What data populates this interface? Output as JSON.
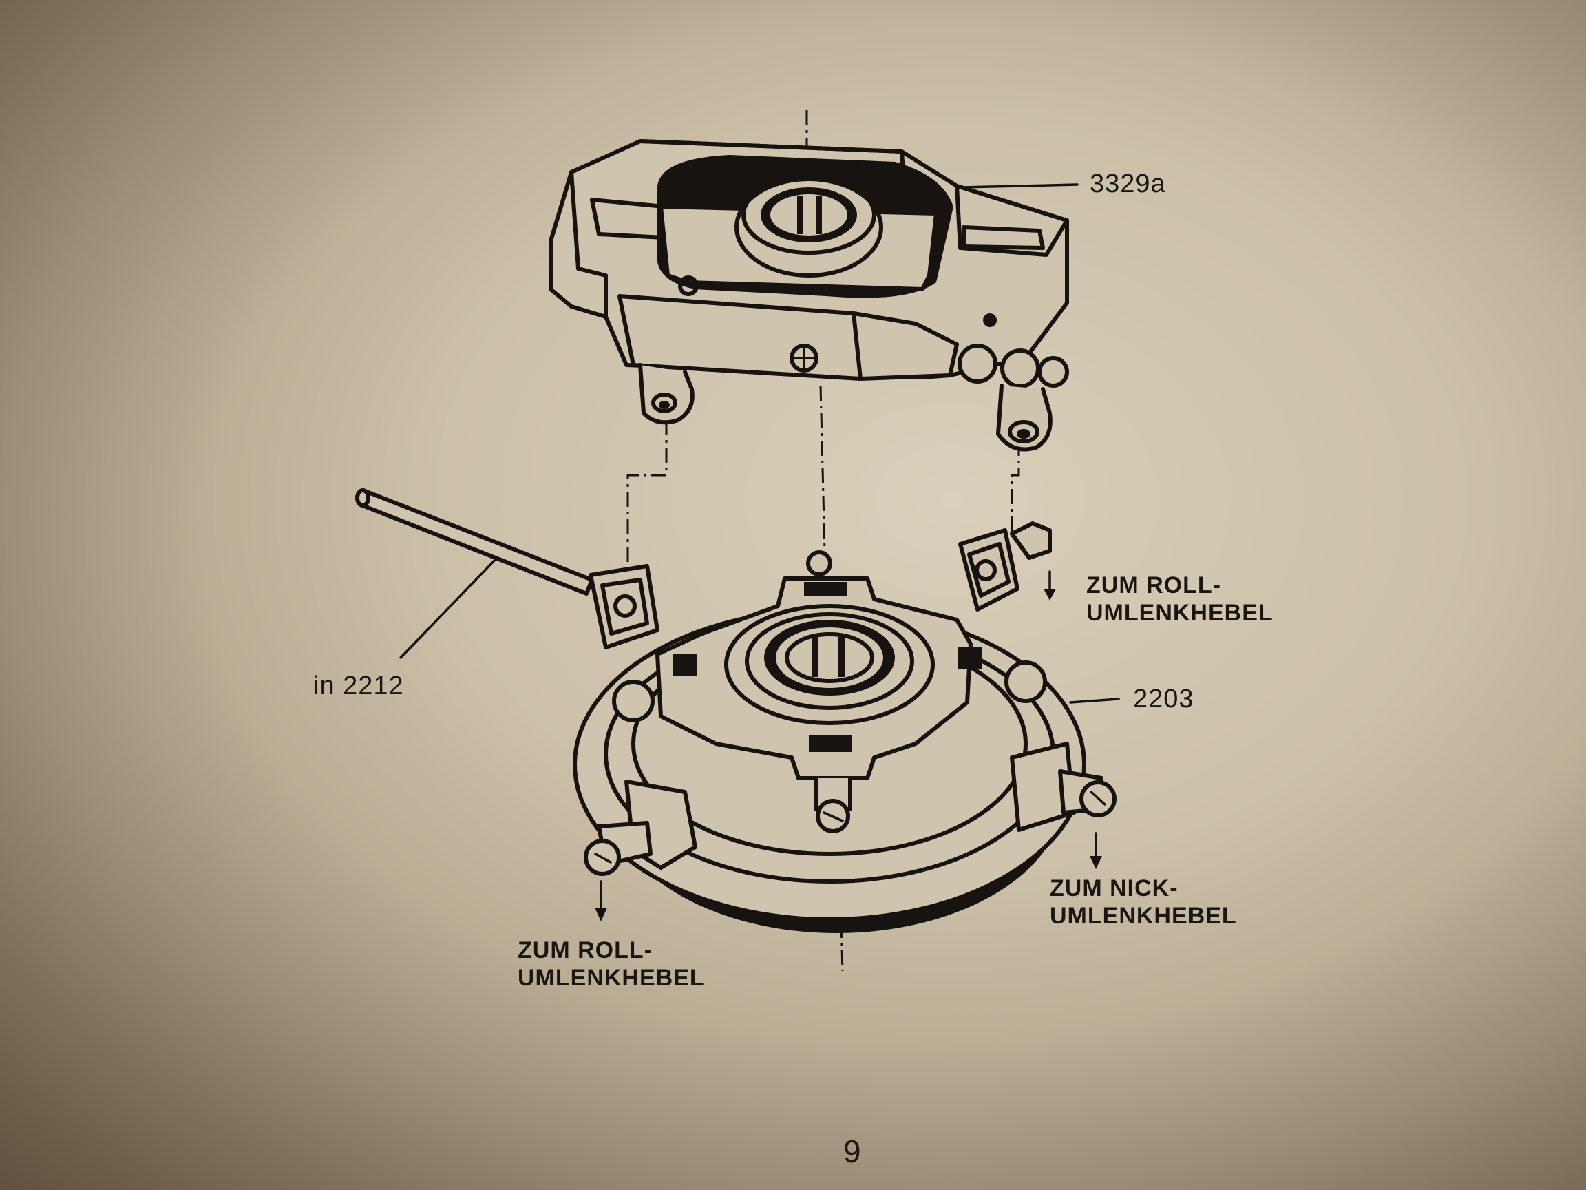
{
  "labels": {
    "upper_part": "3329a",
    "lower_part": "2203",
    "rod": "in 2212",
    "roll_right_line1": "ZUM ROLL-",
    "roll_right_line2": "UMLENKHEBEL",
    "nick_line1": "ZUM NICK-",
    "nick_line2": "UMLENKHEBEL",
    "roll_left_line1": "ZUM ROLL-",
    "roll_left_line2": "UMLENKHEBEL"
  },
  "page_number": "9",
  "colors": {
    "paper": "#cfc5ae",
    "ink": "#171310"
  }
}
